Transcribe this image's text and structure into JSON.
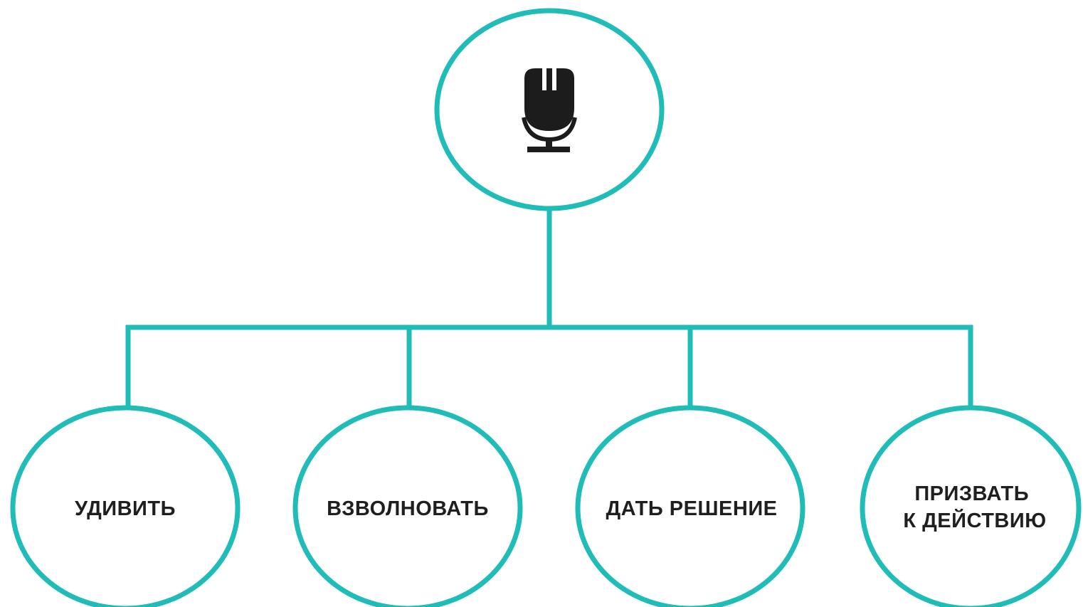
{
  "diagram": {
    "accent_color": "#1fbcb8",
    "icon_color": "#1c1c1c",
    "root": {
      "icon": "microphone-icon"
    },
    "children": [
      {
        "label_lines": [
          "УДИВИТЬ"
        ]
      },
      {
        "label_lines": [
          "ВЗВОЛНОВАТЬ"
        ]
      },
      {
        "label_lines": [
          "ДАТЬ РЕШЕНИЕ"
        ]
      },
      {
        "label_lines": [
          "ПРИЗВАТЬ",
          "К ДЕЙСТВИЮ"
        ]
      }
    ]
  }
}
